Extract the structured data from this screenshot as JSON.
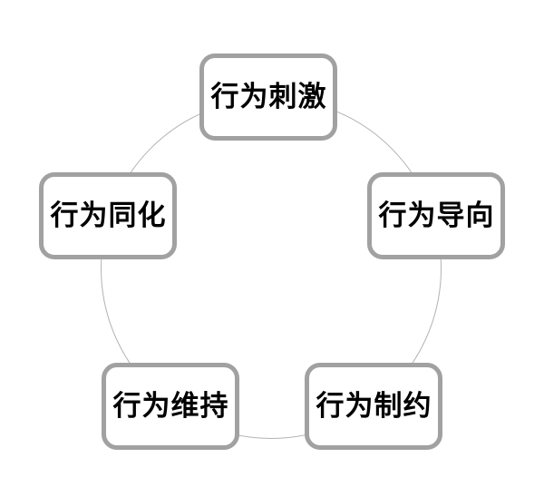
{
  "diagram": {
    "type": "cycle",
    "connector": "circle",
    "nodes": [
      {
        "position": "top",
        "label": "行为刺激"
      },
      {
        "position": "right",
        "label": "行为导向"
      },
      {
        "position": "bottom-right",
        "label": "行为制约"
      },
      {
        "position": "bottom-left",
        "label": "行为维持"
      },
      {
        "position": "left",
        "label": "行为同化"
      }
    ],
    "colors": {
      "node_border": "#a1a1a1",
      "connector_line": "#b2b2b2",
      "text": "#000000",
      "background": "#ffffff"
    }
  }
}
